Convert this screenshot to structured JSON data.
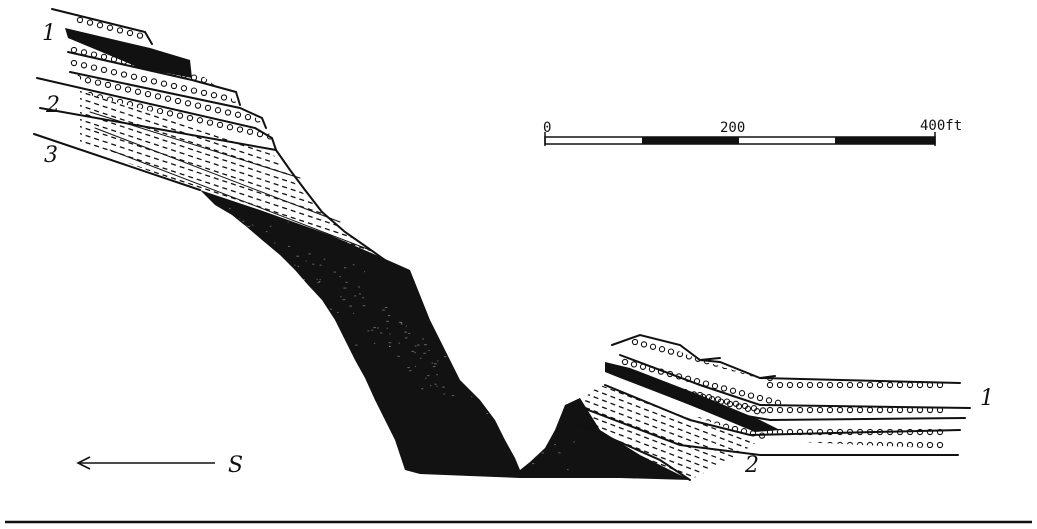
{
  "colors": {
    "ink": "#111111",
    "paper": "#ffffff",
    "rock": "#121212"
  },
  "labels": {
    "left_bed_1": "1",
    "left_bed_2": "2",
    "left_bed_3": "3",
    "right_bed_1": "1",
    "right_bed_2": "2"
  },
  "scale": {
    "zero": "0",
    "mid": "200",
    "max": "400ft"
  },
  "direction": {
    "label": "S",
    "icon": "arrow-left-icon"
  }
}
